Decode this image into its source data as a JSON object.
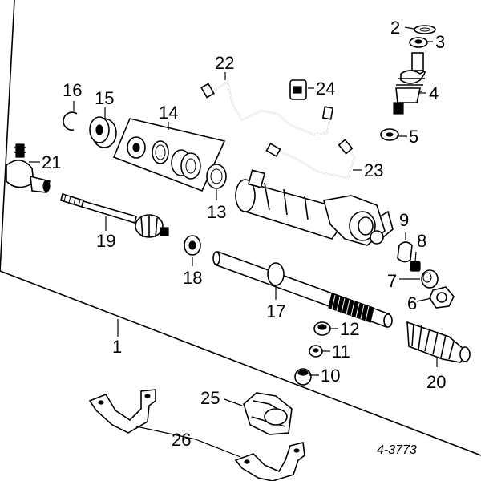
{
  "diagram": {
    "code": "4-3773",
    "callouts": [
      "1",
      "2",
      "3",
      "4",
      "5",
      "6",
      "7",
      "8",
      "9",
      "10",
      "11",
      "12",
      "13",
      "14",
      "15",
      "16",
      "17",
      "18",
      "19",
      "20",
      "21",
      "22",
      "23",
      "24",
      "25",
      "26"
    ]
  }
}
